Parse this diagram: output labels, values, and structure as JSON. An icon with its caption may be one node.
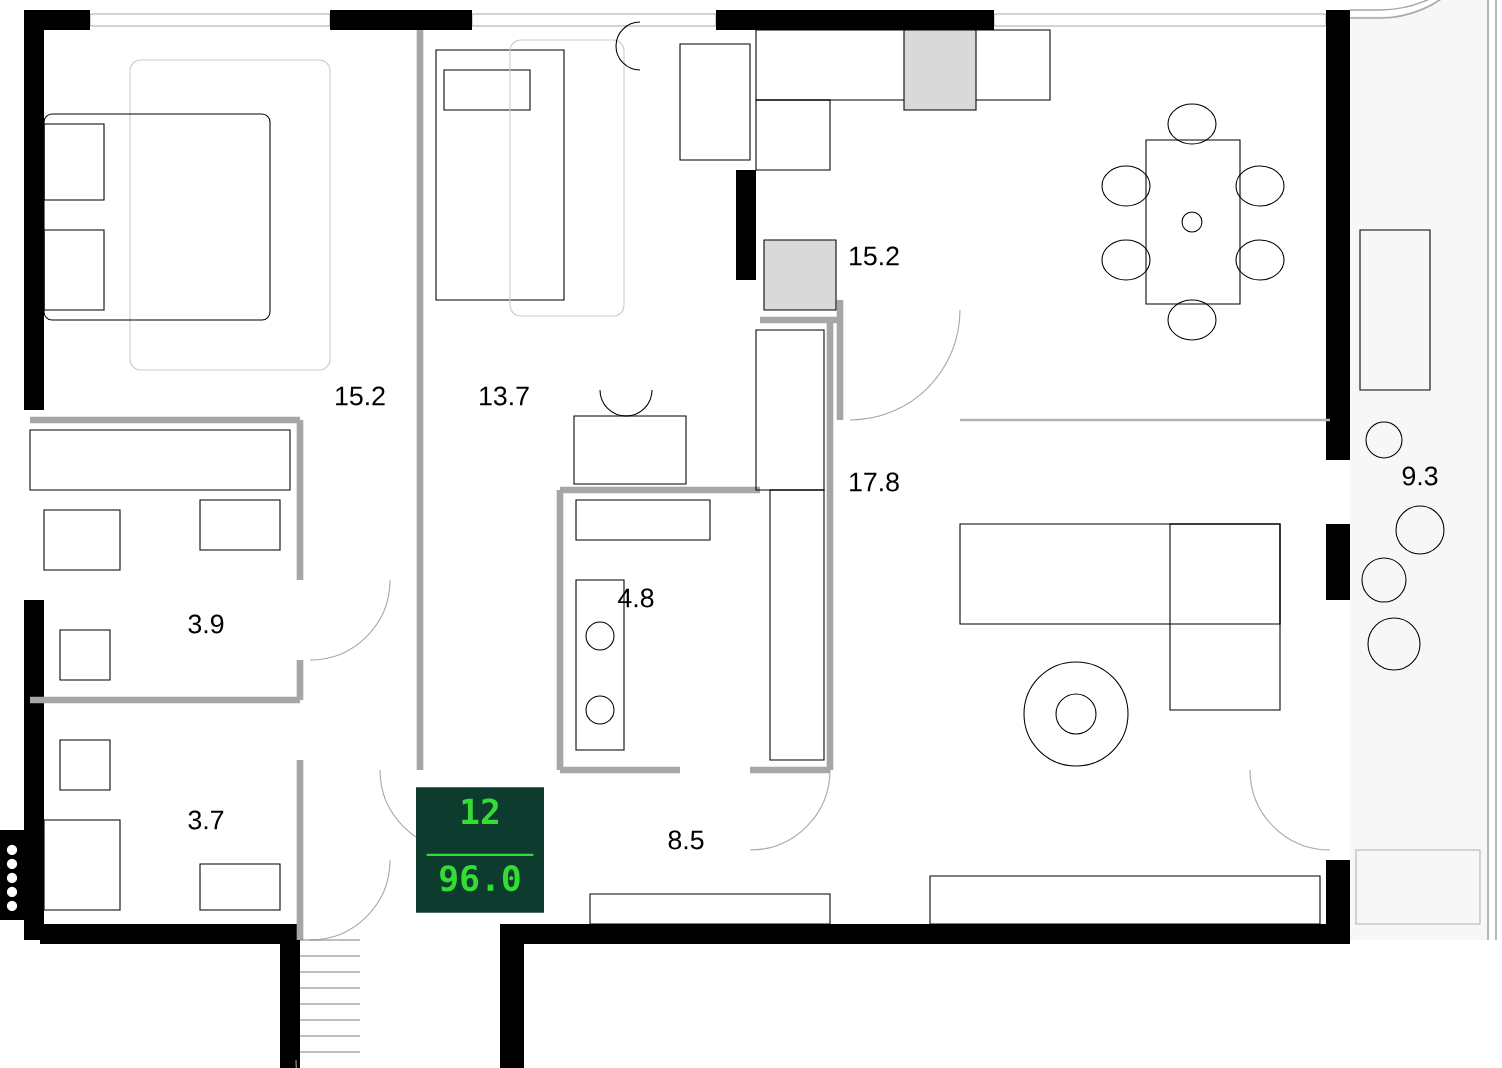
{
  "diagram": {
    "nodes": [
      {
        "text": [
          "12",
          "96.0"
        ]
      }
    ],
    "labels": [
      "15.2",
      "15.2",
      "13.7",
      "17.8",
      "9.3",
      "4.8",
      "3.9",
      "3.7",
      "8.5"
    ]
  }
}
